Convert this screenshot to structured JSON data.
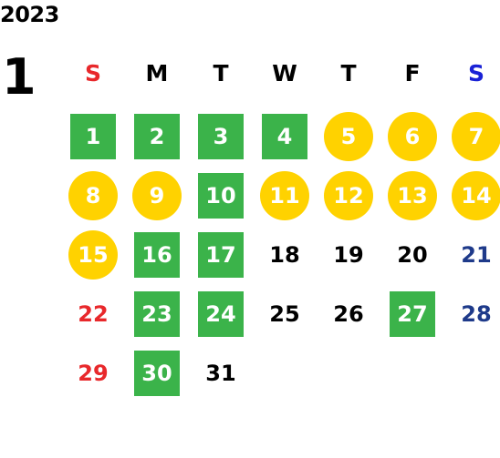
{
  "header": {
    "year": "2023",
    "month": "1"
  },
  "weekdays": [
    {
      "label": "S",
      "kind": "sun"
    },
    {
      "label": "M",
      "kind": "weekday"
    },
    {
      "label": "T",
      "kind": "weekday"
    },
    {
      "label": "W",
      "kind": "weekday"
    },
    {
      "label": "T",
      "kind": "weekday"
    },
    {
      "label": "F",
      "kind": "weekday"
    },
    {
      "label": "S",
      "kind": "sat"
    }
  ],
  "colors": {
    "green": "#3bb34a",
    "yellow": "#ffd200",
    "sunday": "#e8282b",
    "saturday_header": "#1a22d6",
    "saturday": "#1e3a8a"
  },
  "days": [
    {
      "day": "1",
      "marker": "green"
    },
    {
      "day": "2",
      "marker": "green"
    },
    {
      "day": "3",
      "marker": "green"
    },
    {
      "day": "4",
      "marker": "green"
    },
    {
      "day": "5",
      "marker": "yellow"
    },
    {
      "day": "6",
      "marker": "yellow"
    },
    {
      "day": "7",
      "marker": "yellow"
    },
    {
      "day": "8",
      "marker": "yellow"
    },
    {
      "day": "9",
      "marker": "yellow"
    },
    {
      "day": "10",
      "marker": "green"
    },
    {
      "day": "11",
      "marker": "yellow"
    },
    {
      "day": "12",
      "marker": "yellow"
    },
    {
      "day": "13",
      "marker": "yellow"
    },
    {
      "day": "14",
      "marker": "yellow"
    },
    {
      "day": "15",
      "marker": "yellow"
    },
    {
      "day": "16",
      "marker": "green"
    },
    {
      "day": "17",
      "marker": "green"
    },
    {
      "day": "18",
      "marker": "none"
    },
    {
      "day": "19",
      "marker": "none"
    },
    {
      "day": "20",
      "marker": "none"
    },
    {
      "day": "21",
      "marker": "none"
    },
    {
      "day": "22",
      "marker": "none"
    },
    {
      "day": "23",
      "marker": "green"
    },
    {
      "day": "24",
      "marker": "green"
    },
    {
      "day": "25",
      "marker": "none"
    },
    {
      "day": "26",
      "marker": "none"
    },
    {
      "day": "27",
      "marker": "green"
    },
    {
      "day": "28",
      "marker": "none"
    },
    {
      "day": "29",
      "marker": "none"
    },
    {
      "day": "30",
      "marker": "green"
    },
    {
      "day": "31",
      "marker": "none"
    }
  ]
}
